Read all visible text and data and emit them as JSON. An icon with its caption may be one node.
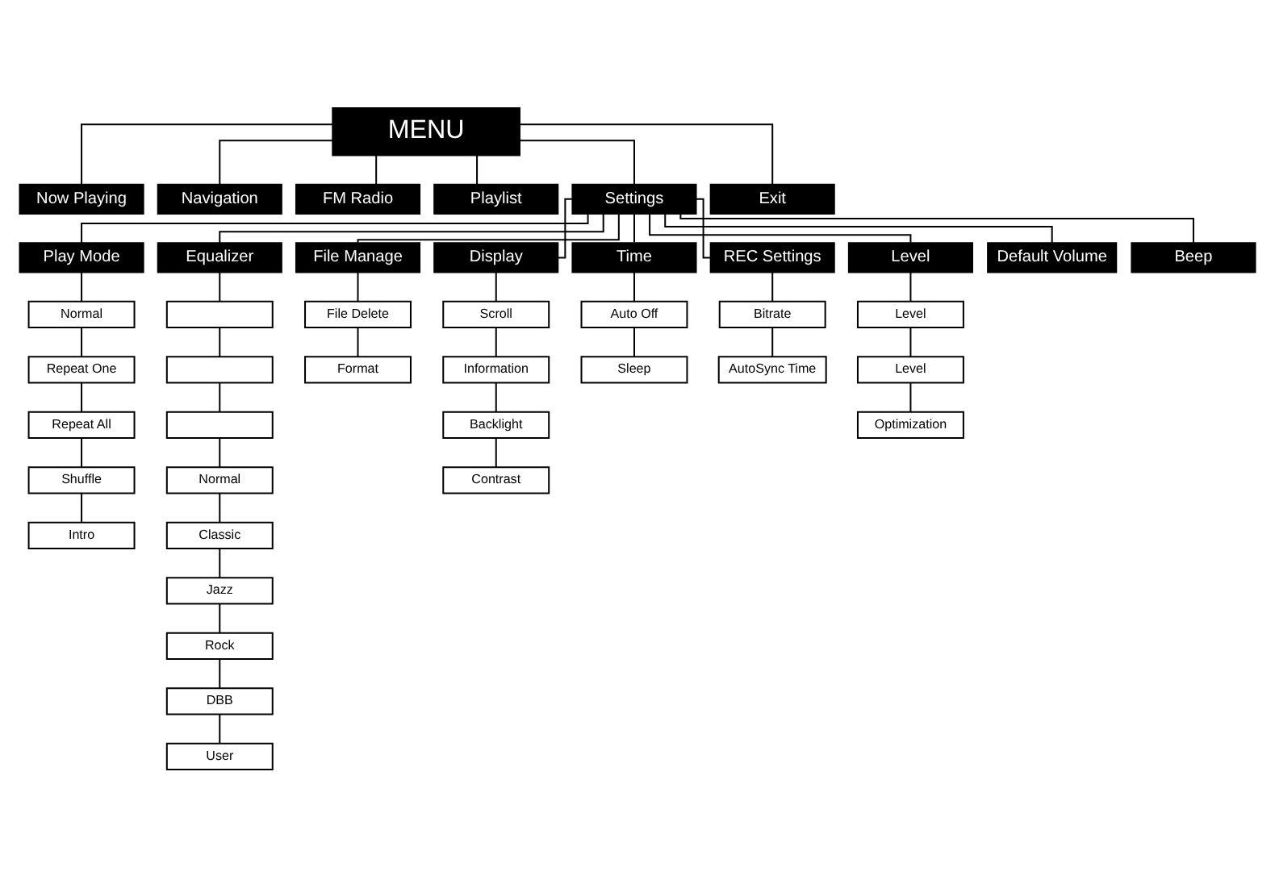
{
  "diagram": {
    "nodes": [
      {
        "text": [
          "MENU"
        ]
      },
      {
        "text": [
          "Now Playing"
        ]
      },
      {
        "text": [
          "Navigation"
        ]
      },
      {
        "text": [
          "FM Radio"
        ]
      },
      {
        "text": [
          "Playlist"
        ]
      },
      {
        "text": [
          "Settings"
        ]
      },
      {
        "text": [
          "Exit"
        ]
      },
      {
        "text": [
          "Play Mode"
        ]
      },
      {
        "text": [
          "Equalizer"
        ]
      },
      {
        "text": [
          "File Manage"
        ]
      },
      {
        "text": [
          "Display"
        ]
      },
      {
        "text": [
          "Time"
        ]
      },
      {
        "text": [
          "REC Settings"
        ]
      },
      {
        "text": [
          "Level"
        ]
      },
      {
        "text": [
          "Default Volume"
        ]
      },
      {
        "text": [
          "Beep"
        ]
      },
      {
        "text": [
          "Normal"
        ]
      },
      {
        "text": [
          "Repeat One"
        ]
      },
      {
        "text": [
          "Repeat All"
        ]
      },
      {
        "text": [
          "Shuffle"
        ]
      },
      {
        "text": [
          "Intro"
        ]
      },
      {
        "text": [],
        "shape": "box"
      },
      {
        "text": [],
        "shape": "box"
      },
      {
        "text": [],
        "shape": "box"
      },
      {
        "text": [
          "Normal"
        ]
      },
      {
        "text": [
          "Classic"
        ]
      },
      {
        "text": [
          "Jazz"
        ]
      },
      {
        "text": [
          "Rock"
        ]
      },
      {
        "text": [
          "DBB"
        ]
      },
      {
        "text": [
          "User"
        ]
      },
      {
        "text": [
          "File Delete"
        ]
      },
      {
        "text": [
          "Format"
        ]
      },
      {
        "text": [
          "Scroll"
        ]
      },
      {
        "text": [
          "Information"
        ]
      },
      {
        "text": [
          "Backlight"
        ]
      },
      {
        "text": [
          "Contrast"
        ]
      },
      {
        "text": [
          "Auto Off"
        ]
      },
      {
        "text": [
          "Sleep"
        ]
      },
      {
        "text": [
          "Bitrate"
        ]
      },
      {
        "text": [
          "AutoSync Time"
        ]
      },
      {
        "text": [
          "Level"
        ]
      },
      {
        "text": [
          "Level"
        ]
      },
      {
        "text": [
          "Optimization"
        ]
      }
    ],
    "edges": [
      {
        "from": 0,
        "to": 1,
        "arrow": "none"
      },
      {
        "from": 0,
        "to": 2,
        "arrow": "none"
      },
      {
        "from": 0,
        "to": 3,
        "arrow": "none"
      },
      {
        "from": 0,
        "to": 4,
        "arrow": "none"
      },
      {
        "from": 0,
        "to": 5,
        "arrow": "none"
      },
      {
        "from": 0,
        "to": 6,
        "arrow": "none"
      },
      {
        "from": 5,
        "to": 7,
        "arrow": "none"
      },
      {
        "from": 5,
        "to": 8,
        "arrow": "none"
      },
      {
        "from": 5,
        "to": 9,
        "arrow": "none"
      },
      {
        "from": 5,
        "to": 10,
        "arrow": "none"
      },
      {
        "from": 5,
        "to": 11,
        "arrow": "none"
      },
      {
        "from": 5,
        "to": 12,
        "arrow": "none"
      },
      {
        "from": 5,
        "to": 13,
        "arrow": "none"
      },
      {
        "from": 5,
        "to": 14,
        "arrow": "none"
      },
      {
        "from": 5,
        "to": 15,
        "arrow": "none"
      },
      {
        "from": 7,
        "to": 16,
        "arrow": "none"
      },
      {
        "from": 16,
        "to": 17,
        "arrow": "none"
      },
      {
        "from": 17,
        "to": 18,
        "arrow": "none"
      },
      {
        "from": 18,
        "to": 19,
        "arrow": "none"
      },
      {
        "from": 19,
        "to": 20,
        "arrow": "none"
      },
      {
        "from": 8,
        "to": 21,
        "arrow": "none"
      },
      {
        "from": 21,
        "to": 22,
        "arrow": "none"
      },
      {
        "from": 22,
        "to": 23,
        "arrow": "none"
      },
      {
        "from": 23,
        "to": 24,
        "arrow": "none"
      },
      {
        "from": 24,
        "to": 25,
        "arrow": "none"
      },
      {
        "from": 25,
        "to": 26,
        "arrow": "none"
      },
      {
        "from": 26,
        "to": 27,
        "arrow": "none"
      },
      {
        "from": 27,
        "to": 28,
        "arrow": "none"
      },
      {
        "from": 28,
        "to": 29,
        "arrow": "none"
      },
      {
        "from": 9,
        "to": 30,
        "arrow": "none"
      },
      {
        "from": 30,
        "to": 31,
        "arrow": "none"
      },
      {
        "from": 10,
        "to": 32,
        "arrow": "none"
      },
      {
        "from": 32,
        "to": 33,
        "arrow": "none"
      },
      {
        "from": 33,
        "to": 34,
        "arrow": "none"
      },
      {
        "from": 34,
        "to": 35,
        "arrow": "none"
      },
      {
        "from": 11,
        "to": 36,
        "arrow": "none"
      },
      {
        "from": 36,
        "to": 37,
        "arrow": "none"
      },
      {
        "from": 12,
        "to": 38,
        "arrow": "none"
      },
      {
        "from": 38,
        "to": 39,
        "arrow": "none"
      },
      {
        "from": 13,
        "to": 40,
        "arrow": "none"
      },
      {
        "from": 40,
        "to": 41,
        "arrow": "none"
      },
      {
        "from": 41,
        "to": 42,
        "arrow": "none"
      }
    ]
  }
}
